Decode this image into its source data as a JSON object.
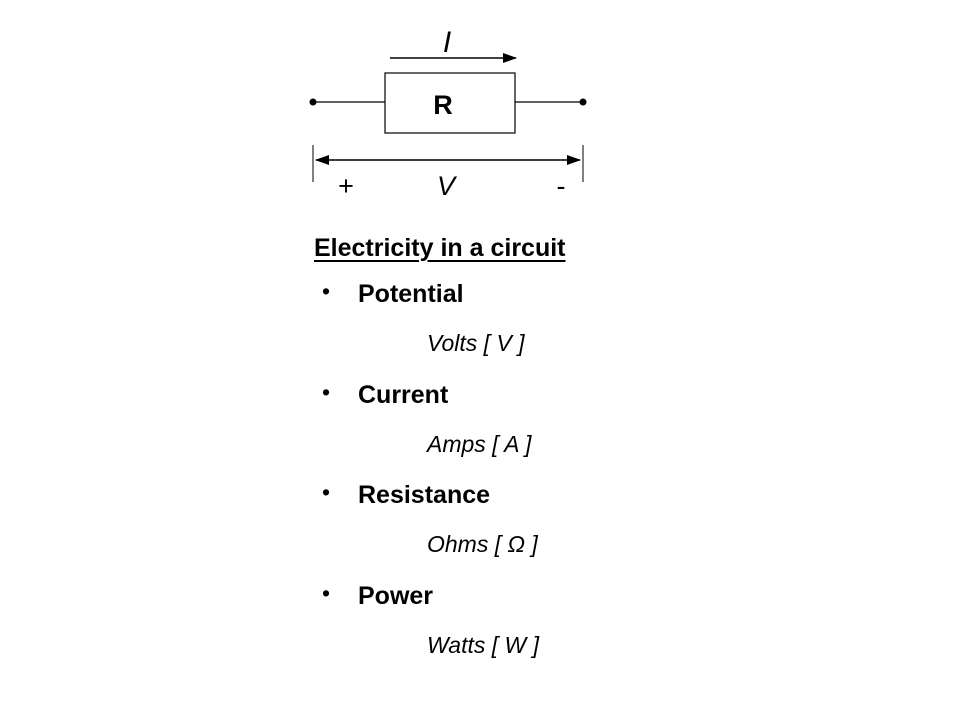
{
  "diagram": {
    "current_label": "I",
    "resistor_label": "R",
    "voltage_label": "V",
    "positive_label": "+",
    "negative_label": "-"
  },
  "title": "Electricity in a circuit",
  "bullet_symbol": "•",
  "quantities": [
    {
      "name": "Potential",
      "unit": "Volts [ V ]"
    },
    {
      "name": "Current",
      "unit": "Amps [ A ]"
    },
    {
      "name": "Resistance",
      "unit": "Ohms [ Ω ]"
    },
    {
      "name": "Power",
      "unit": "Watts [ W ]"
    }
  ]
}
